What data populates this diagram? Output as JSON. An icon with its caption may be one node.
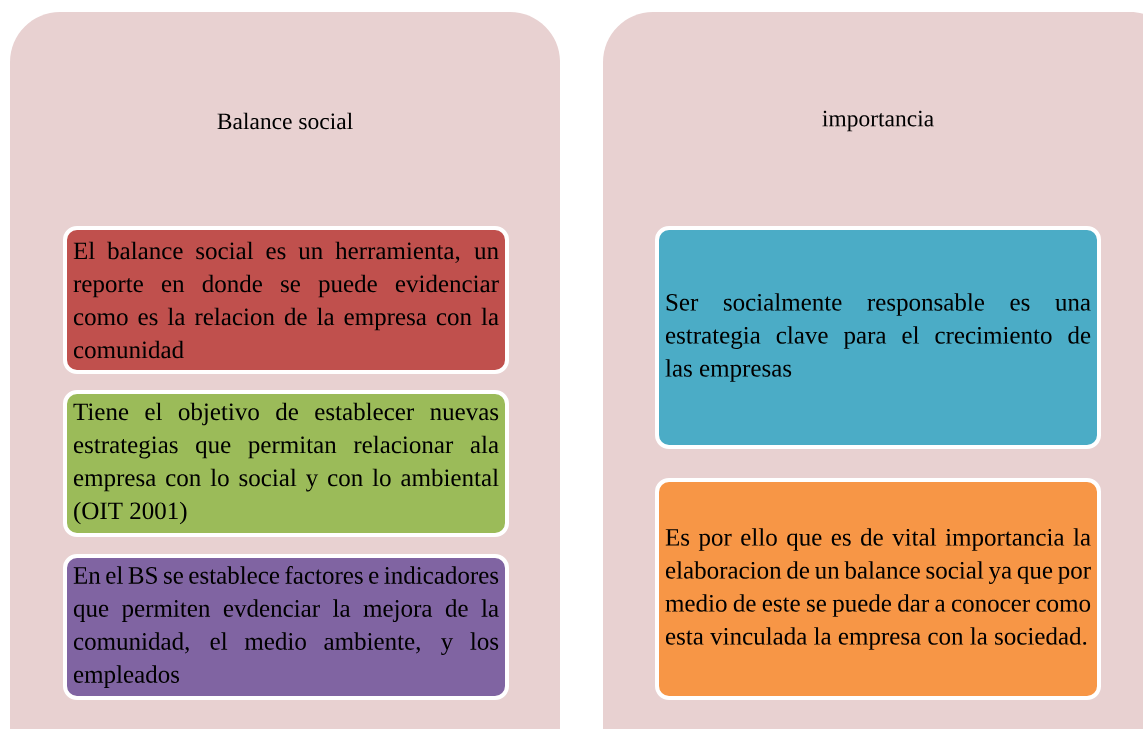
{
  "diagram": {
    "nodes": [
      {
        "text": [
          "Balance social"
        ]
      },
      {
        "text": [
          "El balance social es un herramienta, un reporte en donde se puede evidenciar como es la relacion de la empresa con la comunidad"
        ],
        "in": 0
      },
      {
        "text": [
          "Tiene el objetivo de establecer nuevas estrategias que permitan relacionar ala empresa con lo social y con lo ambiental (OIT 2001)"
        ],
        "in": 0
      },
      {
        "text": [
          "En el BS se establece factores e indicadores que permiten evdenciar la mejora de la comunidad, el medio ambiente, y los empleados"
        ],
        "in": 0
      },
      {
        "text": [
          "importancia"
        ]
      },
      {
        "text": [
          "Ser socialmente responsable es una estrategia clave para el crecimiento de las empresas"
        ],
        "in": 4
      },
      {
        "text": [
          "Es por ello que es de vital importancia la elaboracion de un balance social ya que por medio de este se puede dar a conocer como esta vinculada la empresa con la sociedad."
        ],
        "in": 4
      }
    ]
  }
}
